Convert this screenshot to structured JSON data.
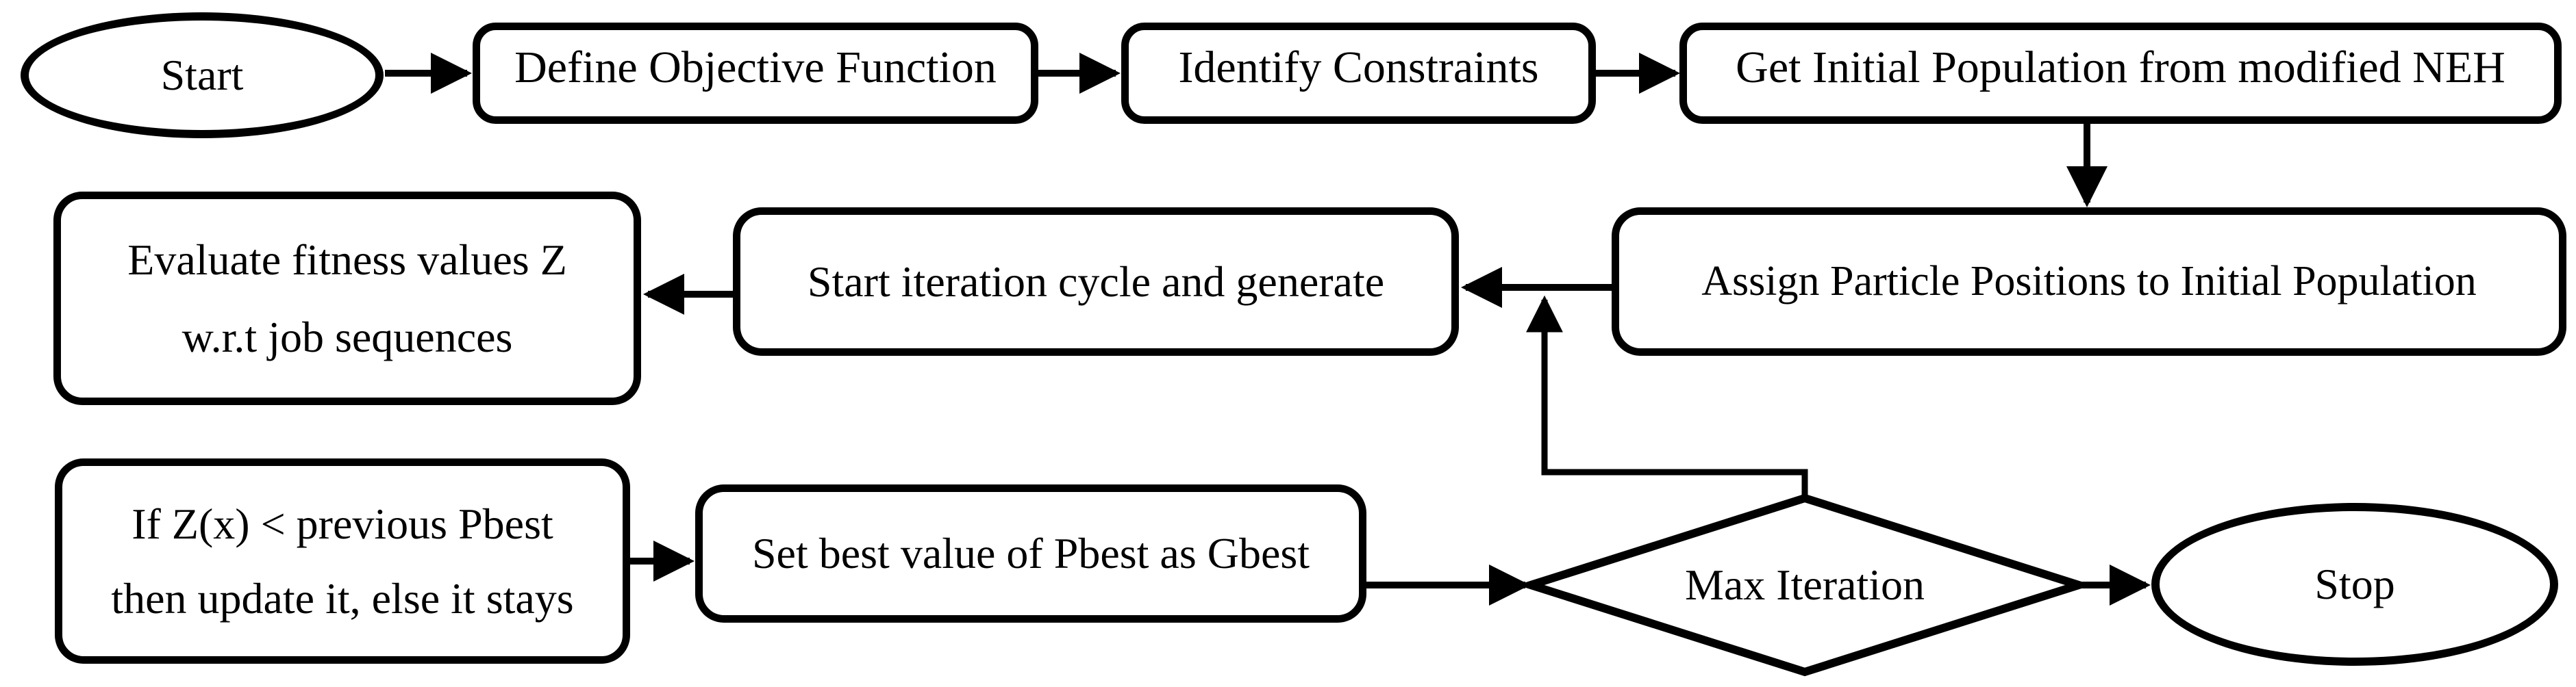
{
  "diagram": {
    "type": "flowchart",
    "colors": {
      "stroke": "#000000",
      "fill": "#ffffff",
      "text": "#000000"
    },
    "nodes": {
      "start": {
        "shape": "terminator",
        "label": "Start"
      },
      "define_objective": {
        "shape": "process",
        "label": "Define Objective Function"
      },
      "identify_constraints": {
        "shape": "process",
        "label": "Identify Constraints"
      },
      "get_initial_population": {
        "shape": "process",
        "label": "Get Initial Population from modified NEH"
      },
      "assign_particle_positions": {
        "shape": "process",
        "label": "Assign Particle Positions to Initial Population"
      },
      "start_iteration": {
        "shape": "process",
        "label": "Start iteration cycle and generate"
      },
      "evaluate_fitness": {
        "shape": "process",
        "lines": [
          "Evaluate fitness values Z",
          "w.r.t job sequences"
        ]
      },
      "update_pbest": {
        "shape": "process",
        "lines": [
          "If Z(x) < previous Pbest",
          "then update it, else it stays"
        ]
      },
      "set_gbest": {
        "shape": "process",
        "label": "Set best value of Pbest as Gbest"
      },
      "max_iteration": {
        "shape": "decision",
        "label": "Max Iteration"
      },
      "stop": {
        "shape": "terminator",
        "label": "Stop"
      }
    },
    "edges": [
      {
        "from": "start",
        "to": "define_objective"
      },
      {
        "from": "define_objective",
        "to": "identify_constraints"
      },
      {
        "from": "identify_constraints",
        "to": "get_initial_population"
      },
      {
        "from": "get_initial_population",
        "to": "assign_particle_positions"
      },
      {
        "from": "assign_particle_positions",
        "to": "start_iteration"
      },
      {
        "from": "start_iteration",
        "to": "evaluate_fitness"
      },
      {
        "from": "update_pbest",
        "to": "set_gbest"
      },
      {
        "from": "set_gbest",
        "to": "max_iteration"
      },
      {
        "from": "max_iteration",
        "to": "stop"
      },
      {
        "from": "max_iteration",
        "to": "start_iteration",
        "kind": "loop-back"
      }
    ]
  }
}
